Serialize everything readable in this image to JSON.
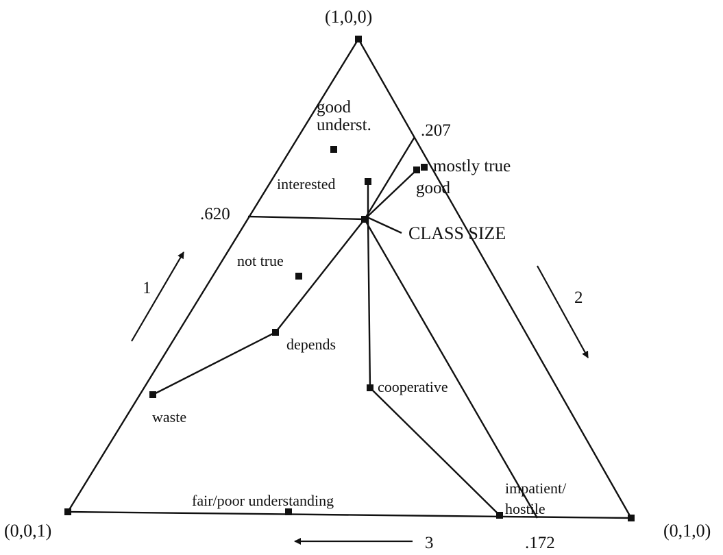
{
  "vertices": {
    "top": "(1,0,0)",
    "bottom_left": "(0,0,1)",
    "bottom_right": "(0,1,0)"
  },
  "tick_values": {
    "left_edge": ".620",
    "right_edge": ".207",
    "bottom_edge": ".172"
  },
  "arrows": {
    "left": "1",
    "right": "2",
    "bottom": "3"
  },
  "centroid_label": "CLASS SIZE",
  "points": {
    "good_understanding": "good\nunderst.",
    "interested": "interested",
    "mostly_true": "mostly true",
    "good": "good",
    "not_true": "not true",
    "depends": "depends",
    "waste": "waste",
    "cooperative": "cooperative",
    "fair_poor_understanding": "fair/poor understanding",
    "impatient_hostile": "impatient/\nhostile"
  },
  "colors": {
    "ink": "#111111",
    "background": "#ffffff"
  }
}
